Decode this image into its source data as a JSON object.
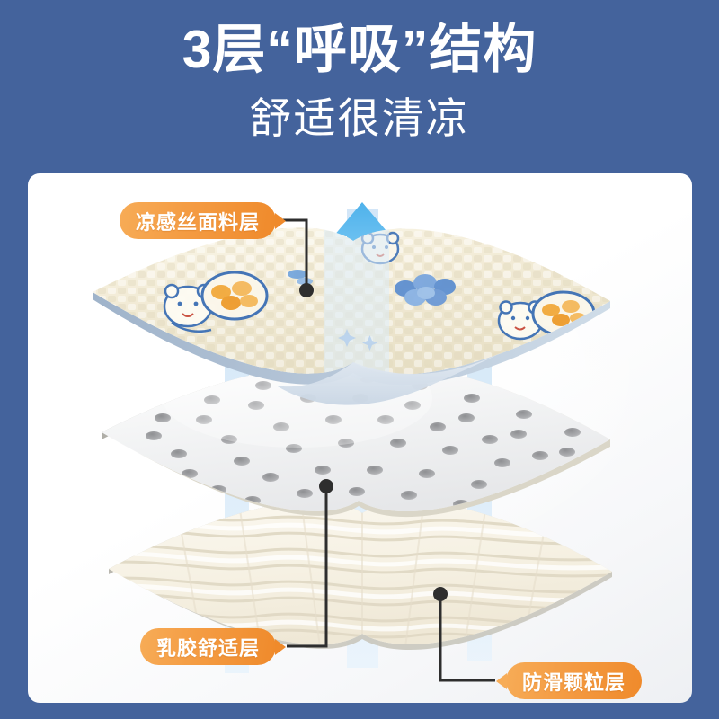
{
  "header": {
    "title": "3层“呼吸”结构",
    "subtitle": "舒适很清凉"
  },
  "colors": {
    "background_blue": "#44639C",
    "card_white": "#FFFFFF",
    "badge_orange_light": "#F7AC57",
    "badge_orange_dark": "#EF8A2B",
    "arrow_blue": "#5BB8EE",
    "arrow_blue_light": "#8FD2F6",
    "airflow_shaft": "#CBE2F6",
    "connector_dark": "#2E2E2E",
    "top_layer_cream": "#F3EBD4",
    "top_layer_edge": "#A8BBD0",
    "mid_layer_white": "#F2F3F4",
    "mid_layer_hole": "#A9AAAC",
    "bottom_layer_cream": "#F7F3E8"
  },
  "diagram": {
    "alt": "床垫三层分解结构示意图",
    "layers": [
      {
        "id": "top",
        "name": "凉感丝面料层",
        "description": "米白色凉感丝面料，印有蓝色卡通小熊图案"
      },
      {
        "id": "middle",
        "name": "乳胶舒适层",
        "description": "白色乳胶片，布满灰色透气孔"
      },
      {
        "id": "bottom",
        "name": "防滑颗粒层",
        "description": "米色绗缝波浪纹防滑底层"
      }
    ],
    "badges": [
      {
        "label": "凉感丝面料层",
        "tail": "right"
      },
      {
        "label": "乳胶舒适层",
        "tail": "right"
      },
      {
        "label": "防滑颗粒层",
        "tail": "left"
      }
    ],
    "arrows": {
      "count": 3,
      "direction": "up",
      "meaning": "透气气流向上"
    }
  }
}
